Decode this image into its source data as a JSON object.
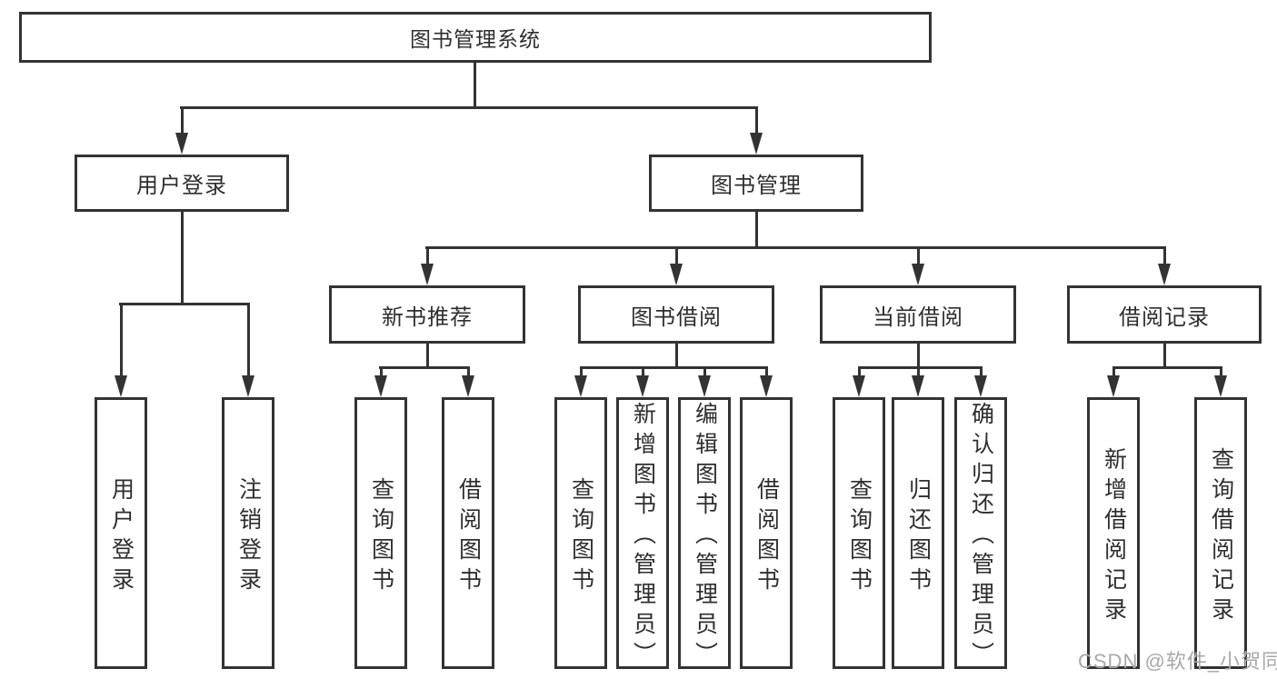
{
  "tree": {
    "root": {
      "label": "图书管理系统"
    },
    "children": [
      {
        "label": "用户登录",
        "children": [
          {
            "label": "用户登录"
          },
          {
            "label": "注销登录"
          }
        ]
      },
      {
        "label": "图书管理",
        "children": [
          {
            "label": "新书推荐",
            "children": [
              {
                "label": "查询图书"
              },
              {
                "label": "借阅图书"
              }
            ]
          },
          {
            "label": "图书借阅",
            "children": [
              {
                "label": "查询图书"
              },
              {
                "label": "新增图书（管理员）"
              },
              {
                "label": "编辑图书（管理员）"
              },
              {
                "label": "借阅图书"
              }
            ]
          },
          {
            "label": "当前借阅",
            "children": [
              {
                "label": "查询图书"
              },
              {
                "label": "归还图书"
              },
              {
                "label": "确认归还（管理员）"
              }
            ]
          },
          {
            "label": "借阅记录",
            "children": [
              {
                "label": "新增借阅记录"
              },
              {
                "label": "查询借阅记录"
              }
            ]
          }
        ]
      }
    ]
  },
  "watermark": {
    "text": "CSDN @软件_小贺同学"
  },
  "colors": {
    "line": "#333333",
    "text": "#2e2e2e",
    "background": "#ffffff",
    "watermark": "#a8a8a8"
  }
}
